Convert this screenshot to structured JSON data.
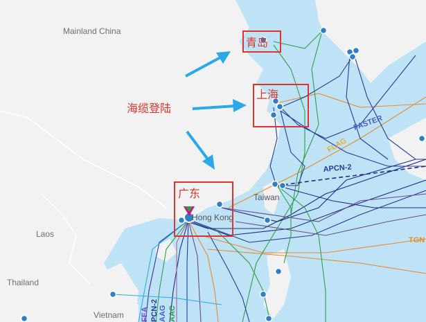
{
  "places": {
    "mainland_china": "Mainland China",
    "laos": "Laos",
    "thailand": "Thailand",
    "vietnam": "Vietnam",
    "taiwan": "Taiwan",
    "hong_kong": "Hong Kong"
  },
  "annotations": {
    "qingdao": "青岛",
    "shanghai": "上海",
    "landing": "海缆登陆",
    "guangdong": "广东"
  },
  "cable_labels": {
    "faster": "FASTER",
    "apcn2": "APCN-2",
    "tgn": "TGN",
    "fea": "FEA",
    "pcn2": "PCN-2",
    "aag": "AAG",
    "aac": "AAC",
    "flag": "FLAG"
  },
  "colors": {
    "sea": "#bfe3f6",
    "land": "#f2f2f2",
    "annotation_red": "#e0322c",
    "arrow_blue": "#2aa9e8",
    "node_blue": "#2f7fc6"
  }
}
